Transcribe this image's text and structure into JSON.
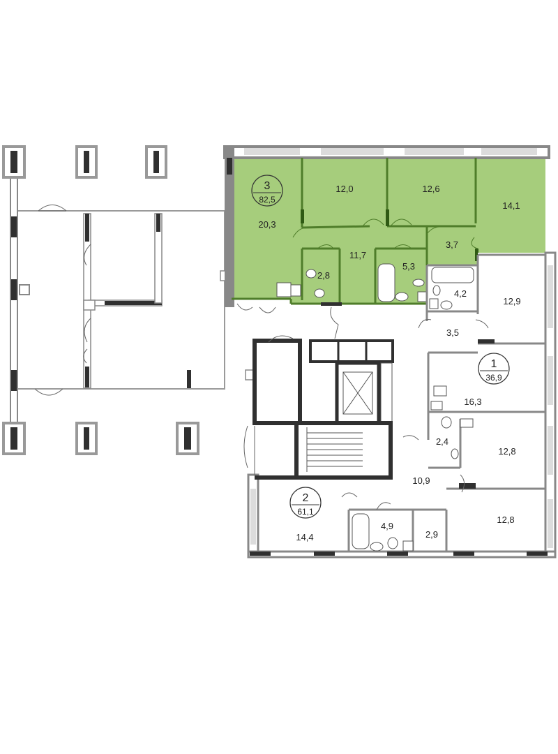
{
  "colors": {
    "highlight_fill": "#a6cd7c",
    "highlight_wall": "#4f7d2a",
    "wall": "#808080",
    "wall_dark": "#303030",
    "window": "#dcdcdc"
  },
  "apartments": [
    {
      "rooms": "3",
      "area": "82,5",
      "highlighted": true
    },
    {
      "rooms": "1",
      "area": "36,9",
      "highlighted": false
    },
    {
      "rooms": "2",
      "area": "61,1",
      "highlighted": false
    }
  ],
  "rooms": {
    "a3_living": "20,3",
    "a3_bed1": "12,0",
    "a3_bed2": "12,6",
    "a3_bed3": "14,1",
    "a3_hall": "11,7",
    "a3_wc": "2,8",
    "a3_bath": "5,3",
    "a3_storage": "3,7",
    "a1_bath": "4,2",
    "a1_hall": "3,5",
    "a1_room": "12,9",
    "a1_kitchen": "16,3",
    "a2_wc": "2,4",
    "a2_bed1": "12,8",
    "a2_hall": "10,9",
    "a2_bed2": "12,8",
    "a2_bath": "4,9",
    "a2_storage": "2,9",
    "a2_kitchen": "14,4"
  }
}
